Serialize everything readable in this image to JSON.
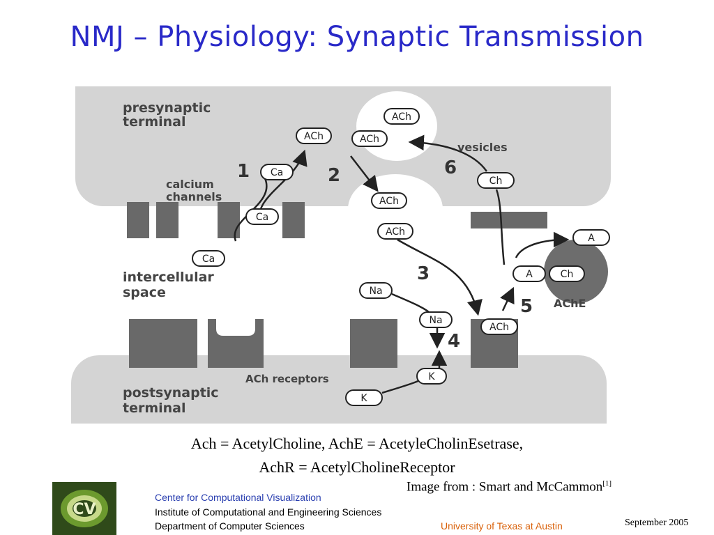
{
  "title": "NMJ – Physiology: Synaptic Transmission",
  "diagram": {
    "regions": {
      "presynaptic": [
        "presynaptic",
        "terminal"
      ],
      "intercellular": [
        "intercellular",
        "space"
      ],
      "postsynaptic": [
        "postsynaptic",
        "terminal"
      ]
    },
    "labels": {
      "calcium": [
        "calcium",
        "channels"
      ],
      "vesicles": "vesicles",
      "receptors": "ACh receptors",
      "ache": "AChE"
    },
    "molecules": {
      "ach": "ACh",
      "ca": "Ca",
      "na": "Na",
      "k": "K",
      "ch": "Ch",
      "a": "A"
    },
    "steps": [
      "1",
      "2",
      "3",
      "4",
      "5",
      "6"
    ],
    "colors": {
      "membrane": "#d4d4d4",
      "channel": "#696969",
      "enzyme": "#6d6d6d",
      "space": "#ffffff"
    }
  },
  "caption": {
    "line1": "Ach = AcetylCholine, AchE = AcetyleCholinEsetrase,",
    "line2": "AchR = AcetylCholineReceptor"
  },
  "credit": {
    "text": "Image from : Smart and McCammon",
    "ref": "[1]"
  },
  "footer": {
    "center": "Center for Computational Visualization",
    "institute": "Institute of Computational and Engineering Sciences",
    "department": "Department of Computer Sciences",
    "university": "University of Texas at Austin",
    "date": "September  2005"
  },
  "logo": {
    "icon": "ccv-logo-icon",
    "text": "CV"
  }
}
